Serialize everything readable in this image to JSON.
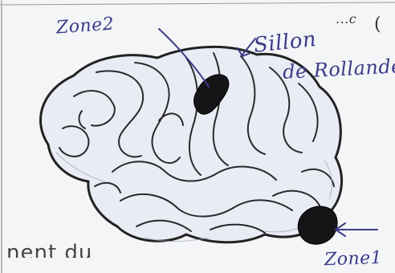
{
  "labels": {
    "zone2": "Zone2",
    "sillon_line1": "Sillon",
    "sillon_line2": "de Rollande",
    "zone1": "Zone1",
    "corner_marks": "...c",
    "corner_paren": "(",
    "cut_text": "nent du"
  },
  "colors": {
    "ink": "#3d3a8a",
    "brain_fill": "#e9ecf4",
    "brain_stroke": "#222222",
    "dark_zone": "#151518"
  }
}
